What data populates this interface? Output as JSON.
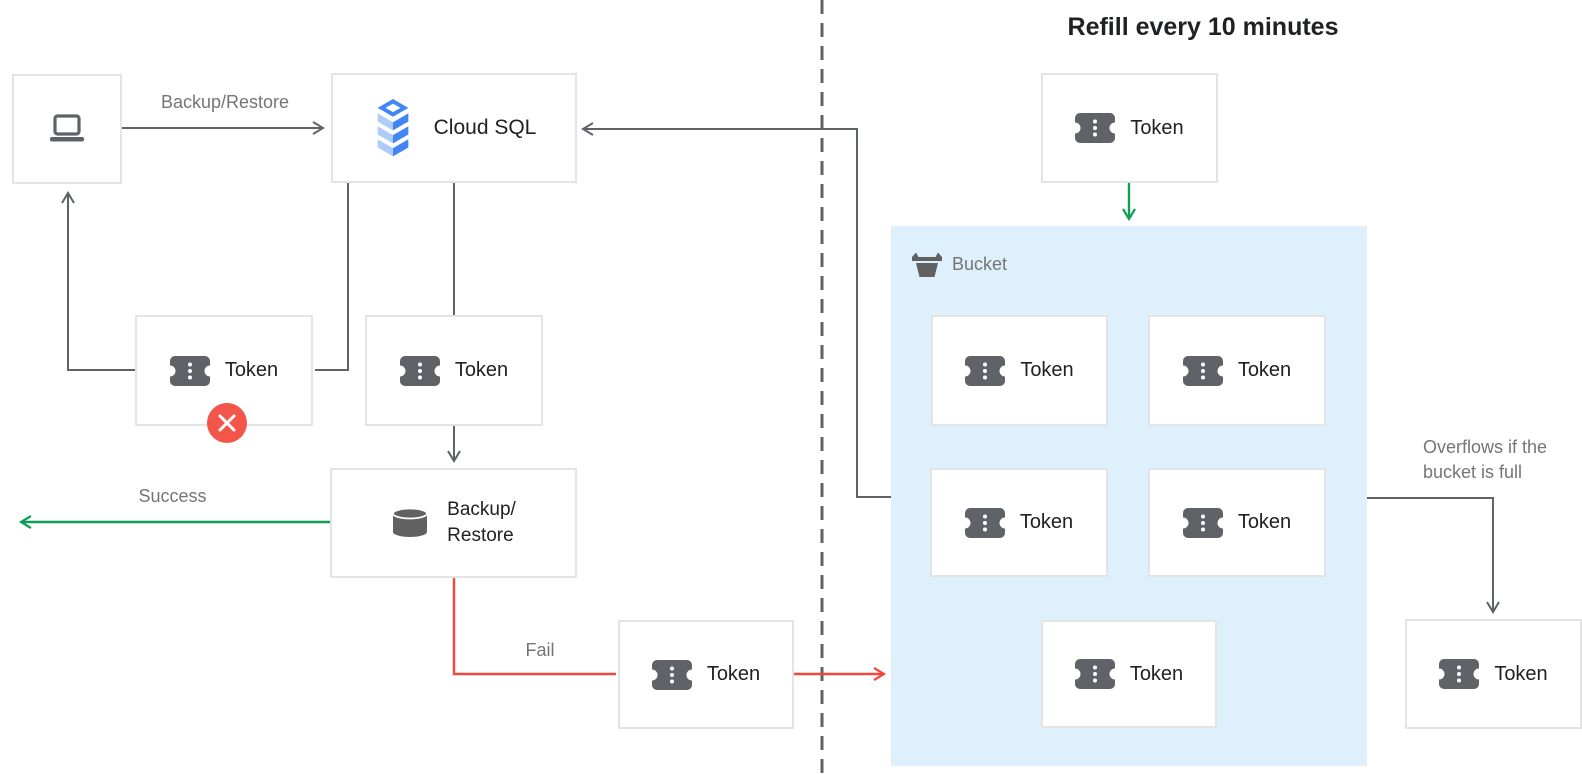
{
  "title": "Refill every 10 minutes",
  "labels": {
    "backup_restore_flow": "Backup/Restore",
    "cloud_sql": "Cloud SQL",
    "token": "Token",
    "backup_line1": "Backup/",
    "backup_line2": "Restore",
    "success": "Success",
    "fail": "Fail",
    "bucket": "Bucket",
    "overflow_line1": "Overflows if the",
    "overflow_line2": "bucket is full"
  },
  "icons": {
    "client": "laptop-icon",
    "cloud_sql": "cloud-sql-stack-icon",
    "token": "ticket-icon",
    "backup_restore": "database-icon",
    "bucket": "bucket-icon",
    "rejected": "x-circle-icon"
  },
  "colors": {
    "success_green": "#0f9d58",
    "fail_red": "#f4473c",
    "error_badge_red": "#f4554b",
    "bucket_fill": "#ddf0fb",
    "connector_gray": "#5f6368",
    "divider_gray": "#616161",
    "box_border_gray": "#e4e4e4",
    "text_dark": "#212124",
    "text_gray": "#757575",
    "cloud_sql_blue": "#4285f4",
    "cloud_sql_blue_mid": "#669df6",
    "cloud_sql_blue_light": "#aecbfa"
  },
  "connections": [
    {
      "from": "client",
      "to": "cloud-sql",
      "label": "Backup/Restore",
      "style": "gray-arrow"
    },
    {
      "from": "cloud-sql",
      "to": "token-rejected",
      "label": "",
      "style": "gray-line"
    },
    {
      "from": "token-rejected",
      "to": "client",
      "label": "",
      "style": "gray-arrow"
    },
    {
      "from": "cloud-sql",
      "to": "token-in-use",
      "label": "",
      "style": "gray-line"
    },
    {
      "from": "token-in-use",
      "to": "backup-restore",
      "label": "",
      "style": "gray-arrow"
    },
    {
      "from": "backup-restore",
      "to": "left-edge",
      "label": "Success",
      "style": "green-arrow"
    },
    {
      "from": "backup-restore",
      "to": "token-fail",
      "label": "Fail",
      "style": "red-line"
    },
    {
      "from": "token-fail",
      "to": "bucket",
      "label": "",
      "style": "red-arrow"
    },
    {
      "from": "bucket",
      "to": "cloud-sql",
      "label": "",
      "style": "gray-arrow"
    },
    {
      "from": "token-refill",
      "to": "bucket",
      "label": "",
      "style": "green-arrow"
    },
    {
      "from": "bucket",
      "to": "token-overflow",
      "label": "Overflows if the bucket is full",
      "style": "gray-arrow"
    }
  ]
}
